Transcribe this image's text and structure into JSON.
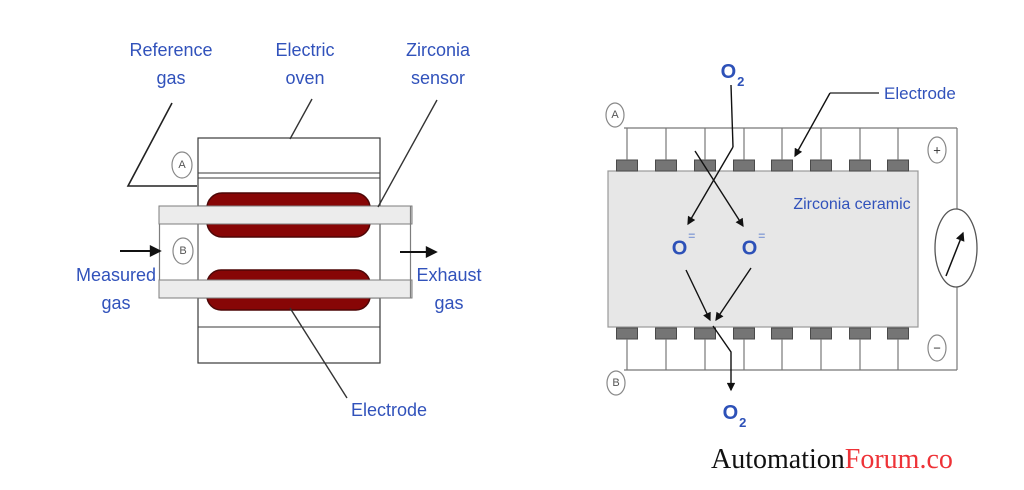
{
  "left": {
    "labels": {
      "reference_gas_1": "Reference",
      "reference_gas_2": "gas",
      "electric_oven_1": "Electric",
      "electric_oven_2": "oven",
      "zirconia_sensor_1": "Zirconia",
      "zirconia_sensor_2": "sensor",
      "measured_gas_1": "Measured",
      "measured_gas_2": "gas",
      "exhaust_gas_1": "Exhaust",
      "exhaust_gas_2": "gas",
      "electrode": "Electrode"
    },
    "markers": {
      "a": "A",
      "b": "B"
    }
  },
  "right": {
    "labels": {
      "electrode": "Electrode",
      "zirconia_ceramic": "Zirconia ceramic"
    },
    "molecules": {
      "o": "O",
      "o2_sub": "2",
      "ion_sup": "="
    },
    "markers": {
      "a": "A",
      "b": "B",
      "plus": "+",
      "minus": "−"
    }
  },
  "watermark": {
    "black": "Automation",
    "red": "Forum.co"
  },
  "colors": {
    "label_blue": "#3152bb",
    "electrode_red": "#870606",
    "ceramic_gray": "#e7e7e7",
    "watermark_red": "#ee3237"
  }
}
